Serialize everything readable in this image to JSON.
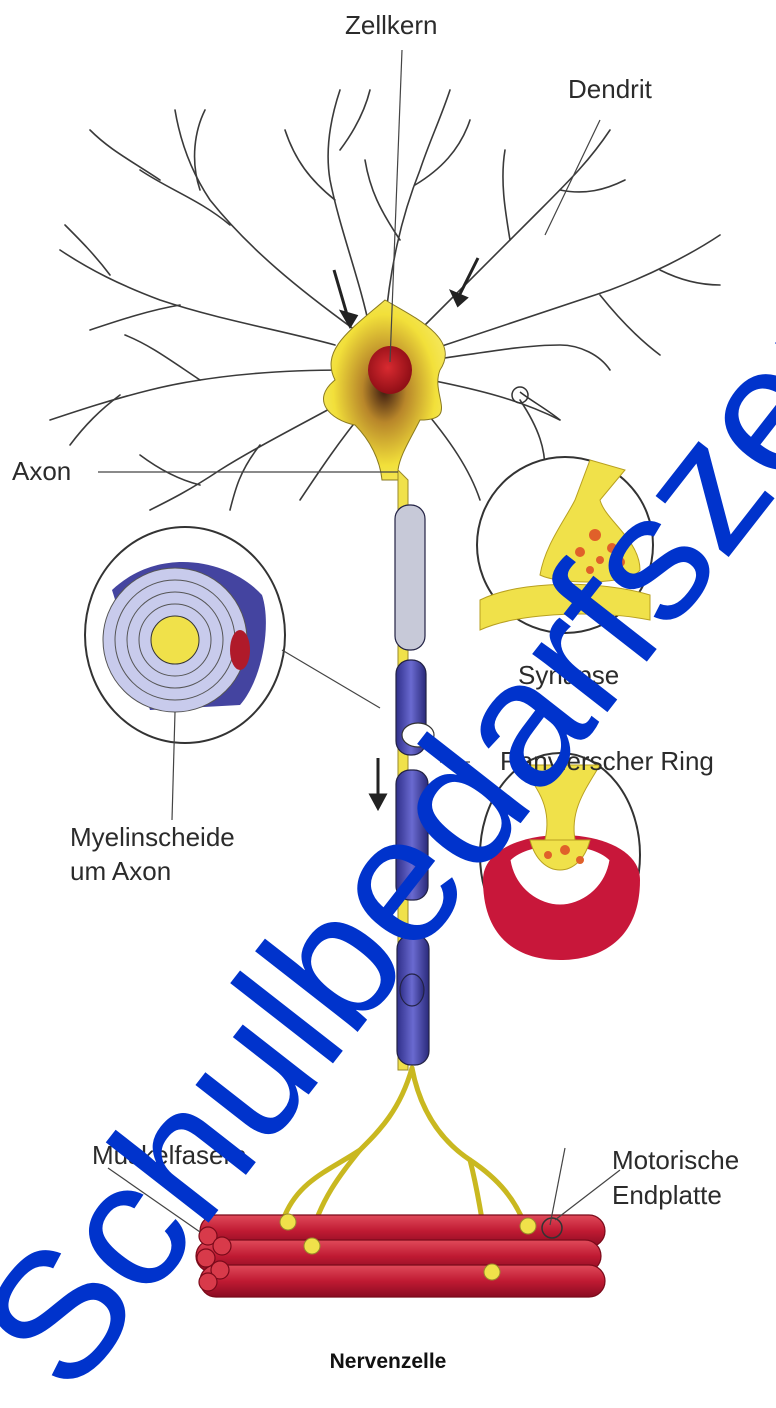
{
  "labels": {
    "nucleus": "Zellkern",
    "dendrite": "Dendrit",
    "axon": "Axon",
    "synapse": "Synapse",
    "myelin_line1": "Myelinscheide",
    "myelin_line2": "um Axon",
    "node": "Ranvierscher Ring",
    "muscle": "Muskelfasern",
    "endplate_line1": "Motorische",
    "endplate_line2": "Endplatte"
  },
  "caption": "Nervenzelle",
  "watermark": "Schulbedarfszentrum",
  "colors": {
    "cell_body": "#f2e03a",
    "nucleus": "#b3141f",
    "myelin": "#4a4aa8",
    "muscle": "#c9203a",
    "watermark": "#0033cc"
  }
}
